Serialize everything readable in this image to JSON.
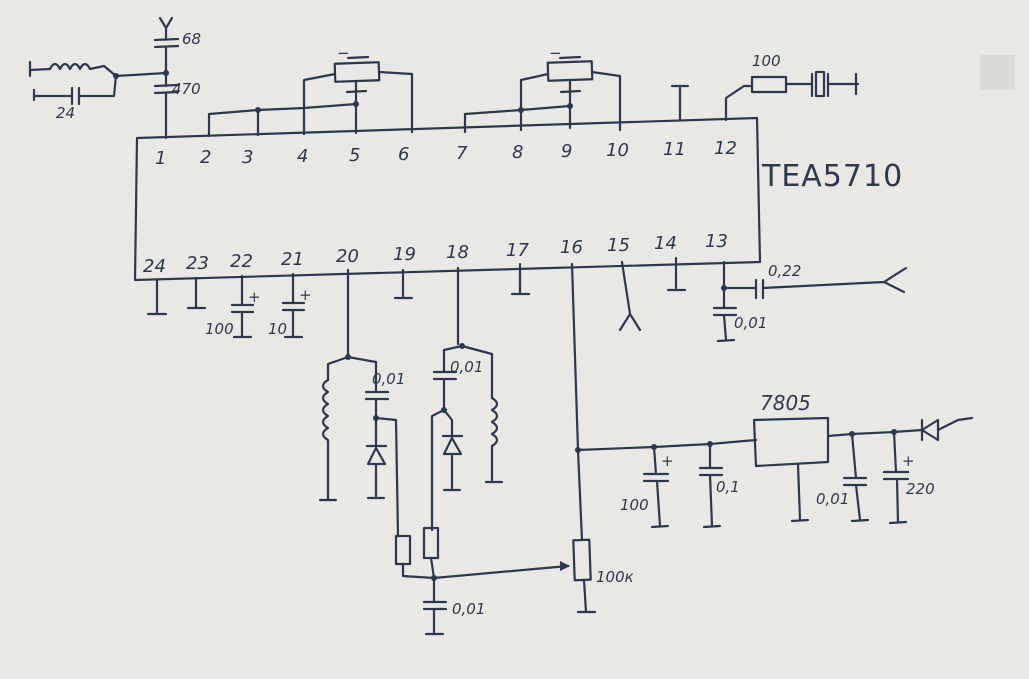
{
  "colors": {
    "paper": "#e9e8e4",
    "ink": "#2d3850"
  },
  "chip": {
    "name": "TEA5710",
    "top_pins": [
      "1",
      "2",
      "3",
      "4",
      "5",
      "6",
      "7",
      "8",
      "9",
      "10",
      "11",
      "12"
    ],
    "bottom_pins": [
      "24",
      "23",
      "22",
      "21",
      "20",
      "19",
      "18",
      "17",
      "16",
      "15",
      "14",
      "13"
    ]
  },
  "components": {
    "c_68": "68",
    "c_470": "470",
    "c_24": "24",
    "r_100": "100",
    "c_100_pin24": "100",
    "c_10_pin21": "10",
    "c_022": "0,22",
    "c_001_pin13": "0,01",
    "c_001_tank20": "0,01",
    "c_001_tank18": "0,01",
    "c_001_bottom": "0,01",
    "pot_100k": "100к",
    "c_100_supply": "100",
    "c_01_supply": "0,1",
    "regulator": "7805",
    "c_001_supply": "0,01",
    "c_220_supply": "220"
  },
  "symbols": {
    "plus": "+",
    "minus": "−"
  }
}
